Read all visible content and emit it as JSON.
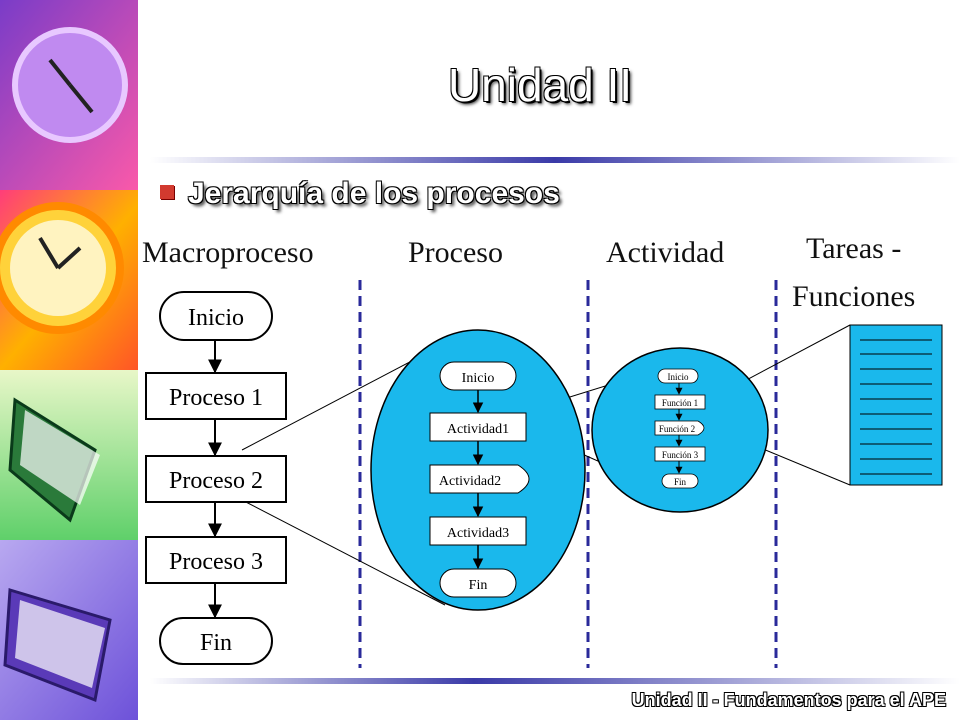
{
  "slide": {
    "title": "Unidad II",
    "subtitle": "Jerarquía de los procesos",
    "footer": "Unidad II - Fundamentos para el APE"
  },
  "columns": {
    "macro": "Macroproceso",
    "proceso": "Proceso",
    "actividad": "Actividad",
    "tareas_line1": "Tareas -",
    "tareas_line2": "Funciones"
  },
  "macro_flow": {
    "start": "Inicio",
    "steps": [
      "Proceso 1",
      "Proceso 2",
      "Proceso 3"
    ],
    "end": "Fin"
  },
  "process_flow": {
    "start": "Inicio",
    "steps": [
      "Actividad1",
      "Actividad2",
      "Actividad3"
    ],
    "end": "Fin"
  },
  "activity_flow": {
    "start": "Inicio",
    "steps": [
      "Función 1",
      "Función 2",
      "Función 3"
    ],
    "end": "Fin"
  },
  "colors": {
    "cyan": "#1ab8ec",
    "bullet": "#d23a2f",
    "divider": "#2a2a9a"
  }
}
